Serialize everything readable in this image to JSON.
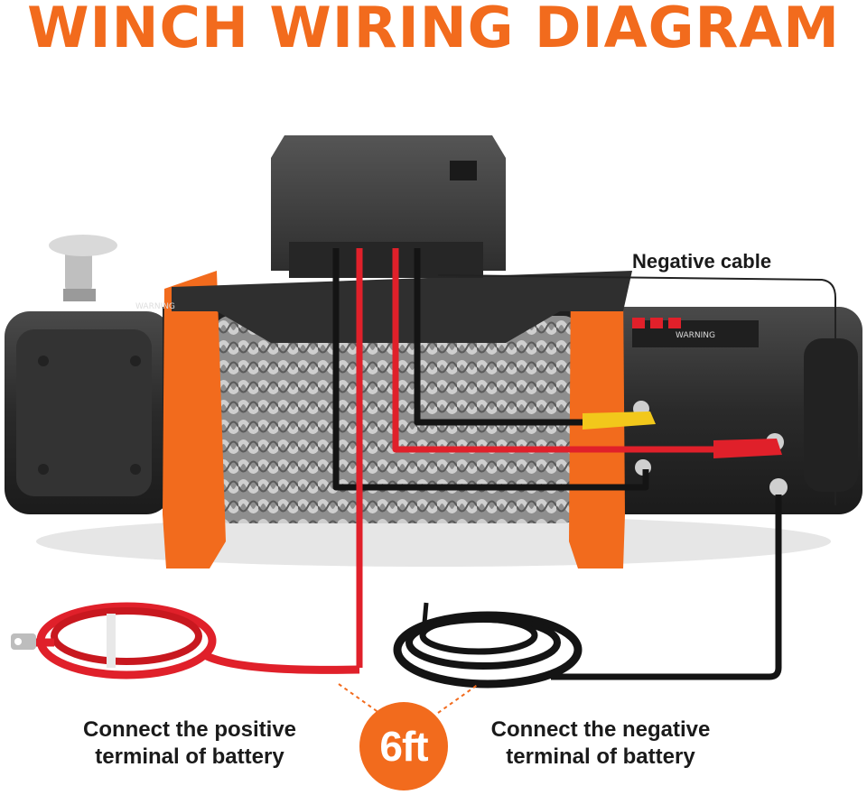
{
  "title": "WINCH WIRING DIAGRAM",
  "labels": {
    "negative_cable": "Negative cable",
    "positive_caption": [
      "Connect the positive",
      "terminal of battery"
    ],
    "negative_caption": [
      "Connect the negative",
      "terminal of battery"
    ],
    "cable_length": "6ft"
  },
  "decals": {
    "warning_left": "WARNING",
    "warning_right": "WARNING"
  },
  "colors": {
    "accent_orange": "#f26b1d",
    "winch_body": "#2b2b2b",
    "cable_red": "#e0202a",
    "cable_black": "#1a1a1a",
    "rope_gray": "#9a9a9a",
    "terminal_yellow": "#f2c81b"
  },
  "icons": [
    "winch-icon",
    "control-box-icon",
    "synthetic-rope-icon",
    "battery-cable-icon",
    "ring-terminal-icon"
  ]
}
